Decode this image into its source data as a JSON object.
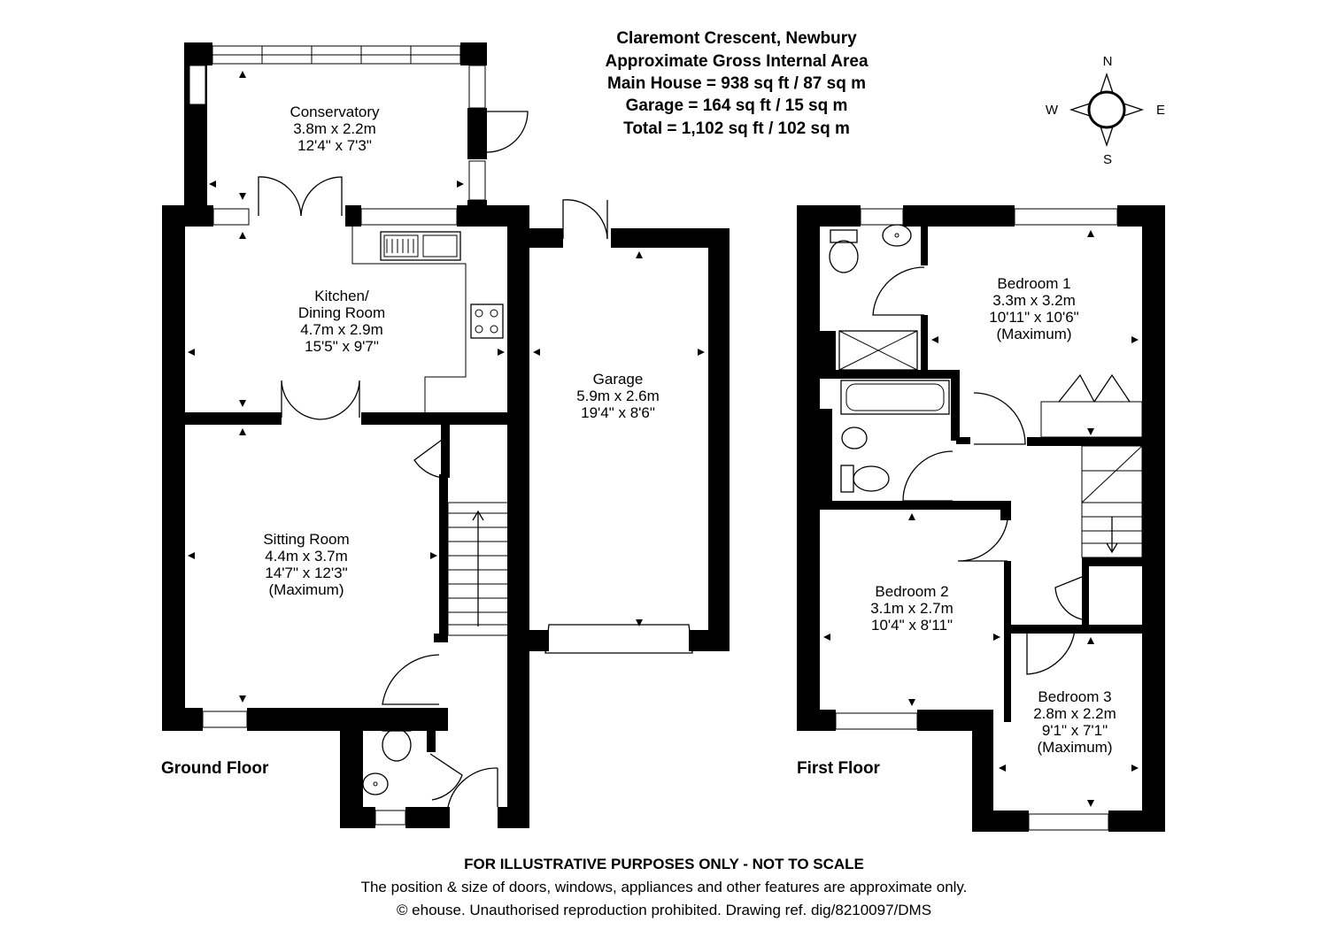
{
  "header": {
    "title": "Claremont Crescent, Newbury",
    "area_heading": "Approximate Gross Internal Area",
    "main_house": "Main House = 938 sq ft / 87 sq m",
    "garage": "Garage = 164 sq ft / 15 sq m",
    "total": "Total = 1,102 sq ft / 102 sq m"
  },
  "compass": {
    "n": "N",
    "e": "E",
    "s": "S",
    "w": "W"
  },
  "ground_floor": {
    "label": "Ground Floor",
    "rooms": {
      "conservatory": {
        "name": "Conservatory",
        "metric": "3.8m x 2.2m",
        "imperial": "12'4\" x 7'3\""
      },
      "kitchen": {
        "name_line1": "Kitchen/",
        "name_line2": "Dining Room",
        "metric": "4.7m x 2.9m",
        "imperial": "15'5\" x 9'7\""
      },
      "garage": {
        "name": "Garage",
        "metric": "5.9m x 2.6m",
        "imperial": "19'4\" x 8'6\""
      },
      "sitting": {
        "name": "Sitting Room",
        "metric": "4.4m x 3.7m",
        "imperial": "14'7\" x 12'3\"",
        "note": "(Maximum)"
      }
    }
  },
  "first_floor": {
    "label": "First Floor",
    "rooms": {
      "bedroom1": {
        "name": "Bedroom 1",
        "metric": "3.3m x 3.2m",
        "imperial": "10'11\" x 10'6\"",
        "note": "(Maximum)"
      },
      "bedroom2": {
        "name": "Bedroom 2",
        "metric": "3.1m x 2.7m",
        "imperial": "10'4\" x 8'11\""
      },
      "bedroom3": {
        "name": "Bedroom 3",
        "metric": "2.8m x 2.2m",
        "imperial": "9'1\" x 7'1\"",
        "note": "(Maximum)"
      }
    }
  },
  "footer": {
    "disclaimer": "FOR ILLUSTRATIVE PURPOSES ONLY - NOT TO SCALE",
    "line2": "The position & size of doors, windows, appliances and other features are approximate only.",
    "line3": "© ehouse. Unauthorised reproduction prohibited. Drawing ref. dig/8210097/DMS"
  }
}
